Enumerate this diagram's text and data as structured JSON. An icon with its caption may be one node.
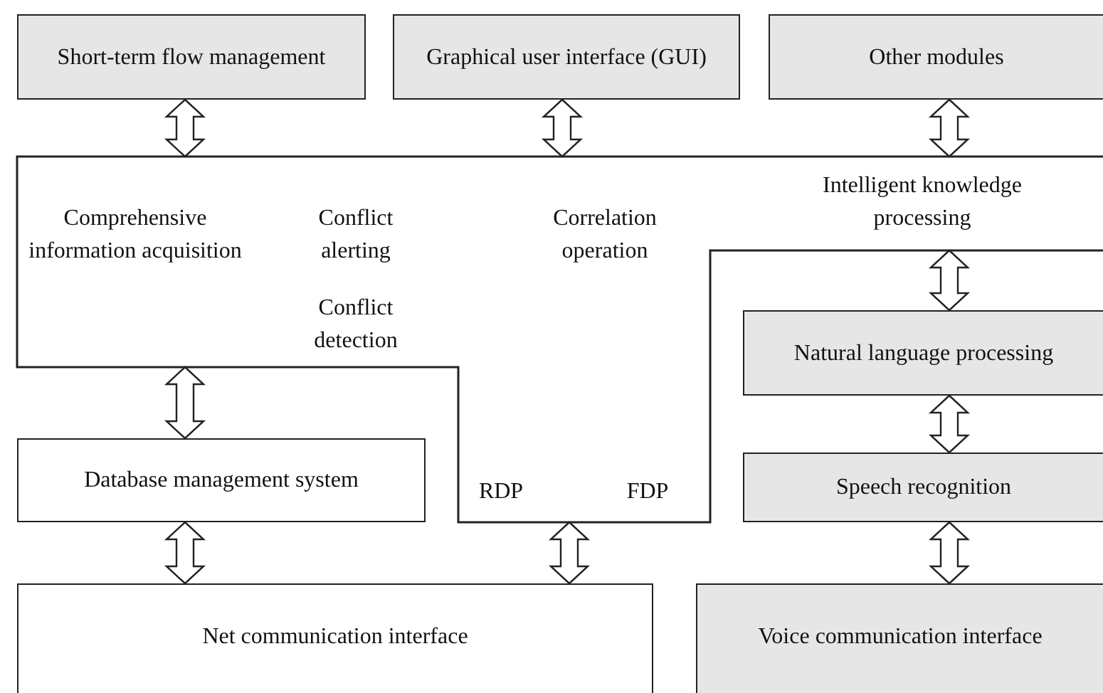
{
  "diagram": {
    "nodes": [
      {
        "text": [
          "Short-term flow management"
        ]
      },
      {
        "text": [
          "Graphical user interface (GUI)"
        ]
      },
      {
        "text": [
          "Other modules"
        ]
      },
      {
        "text": [
          "Comprehensive information acquisition",
          "Conflict alerting",
          "Conflict detection",
          "Correlation operation",
          "Intelligent knowledge processing",
          "RDP",
          "FDP"
        ]
      },
      {
        "text": [
          "Natural language processing"
        ]
      },
      {
        "text": [
          "Speech recognition"
        ]
      },
      {
        "text": [
          "Database management system"
        ]
      },
      {
        "text": [
          "Net communication interface"
        ]
      },
      {
        "text": [
          "Voice communication interface"
        ]
      }
    ],
    "edges": [
      {
        "from": 0,
        "to": 3,
        "arrow": "both"
      },
      {
        "from": 1,
        "to": 3,
        "arrow": "both"
      },
      {
        "from": 2,
        "to": 3,
        "arrow": "both"
      },
      {
        "from": 3,
        "to": 4,
        "arrow": "both"
      },
      {
        "from": 4,
        "to": 5,
        "arrow": "both"
      },
      {
        "from": 5,
        "to": 8,
        "arrow": "both"
      },
      {
        "from": 3,
        "to": 6,
        "arrow": "both"
      },
      {
        "from": 6,
        "to": 7,
        "arrow": "both"
      },
      {
        "from": 3,
        "to": 7,
        "arrow": "both"
      }
    ]
  }
}
